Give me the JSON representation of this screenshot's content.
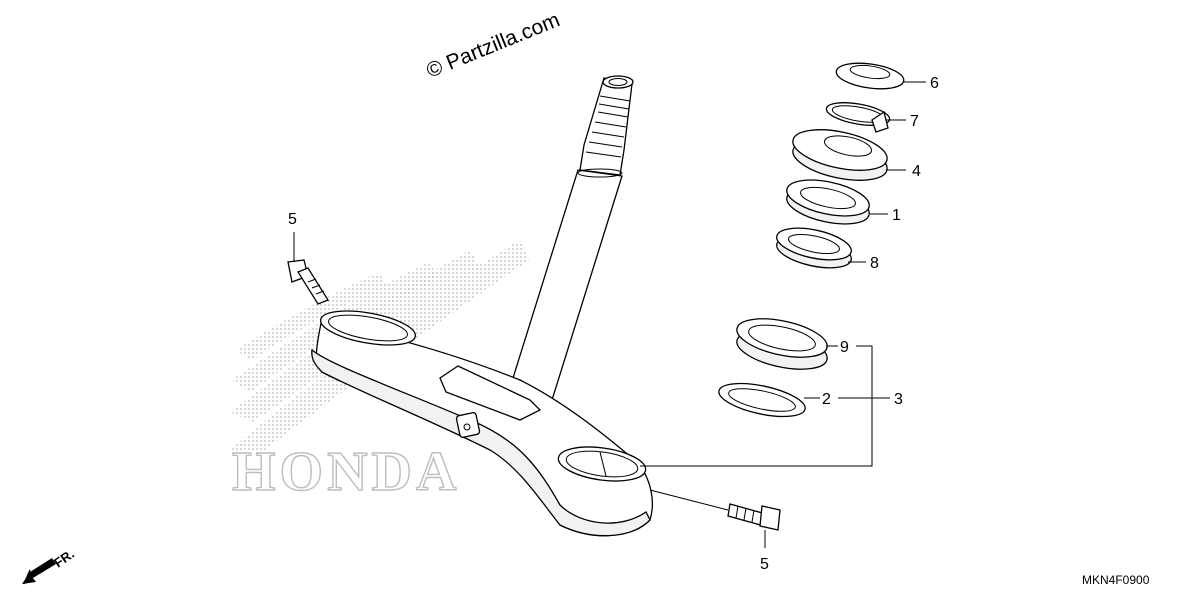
{
  "watermark": "© Partzilla.com",
  "brand_background": "HONDA",
  "diagram_code": "MKN4F0900",
  "direction_label": "FR.",
  "callouts": [
    "1",
    "2",
    "3",
    "4",
    "5",
    "5",
    "6",
    "7",
    "8",
    "9"
  ],
  "colors": {
    "ink": "#000000",
    "background": "#ffffff",
    "brand_ghost": "#bdbdbd"
  }
}
